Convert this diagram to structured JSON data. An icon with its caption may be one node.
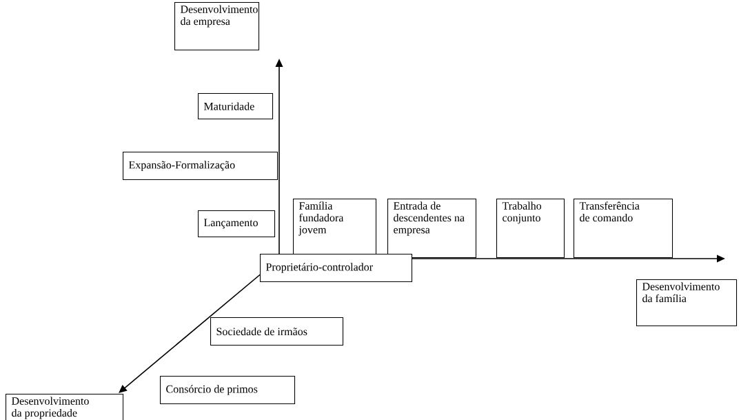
{
  "diagram": {
    "nodes": [
      {
        "text": [
          "Desenvolvimento da empresa"
        ]
      },
      {
        "text": [
          "Maturidade"
        ]
      },
      {
        "text": [
          "Expansão-Formalização"
        ]
      },
      {
        "text": [
          "Lançamento"
        ]
      },
      {
        "text": [
          "Família fundadora jovem"
        ]
      },
      {
        "text": [
          "Entrada de descendentes na empresa"
        ]
      },
      {
        "text": [
          "Trabalho conjunto"
        ]
      },
      {
        "text": [
          "Transferência de comando"
        ]
      },
      {
        "text": [
          "Desenvolvimento da família"
        ]
      },
      {
        "text": [
          "Proprietário-controlador"
        ]
      },
      {
        "text": [
          "Sociedade de irmãos"
        ]
      },
      {
        "text": [
          "Consórcio de primos"
        ]
      },
      {
        "text": [
          "Desenvolvimento da propriedade"
        ]
      }
    ]
  }
}
